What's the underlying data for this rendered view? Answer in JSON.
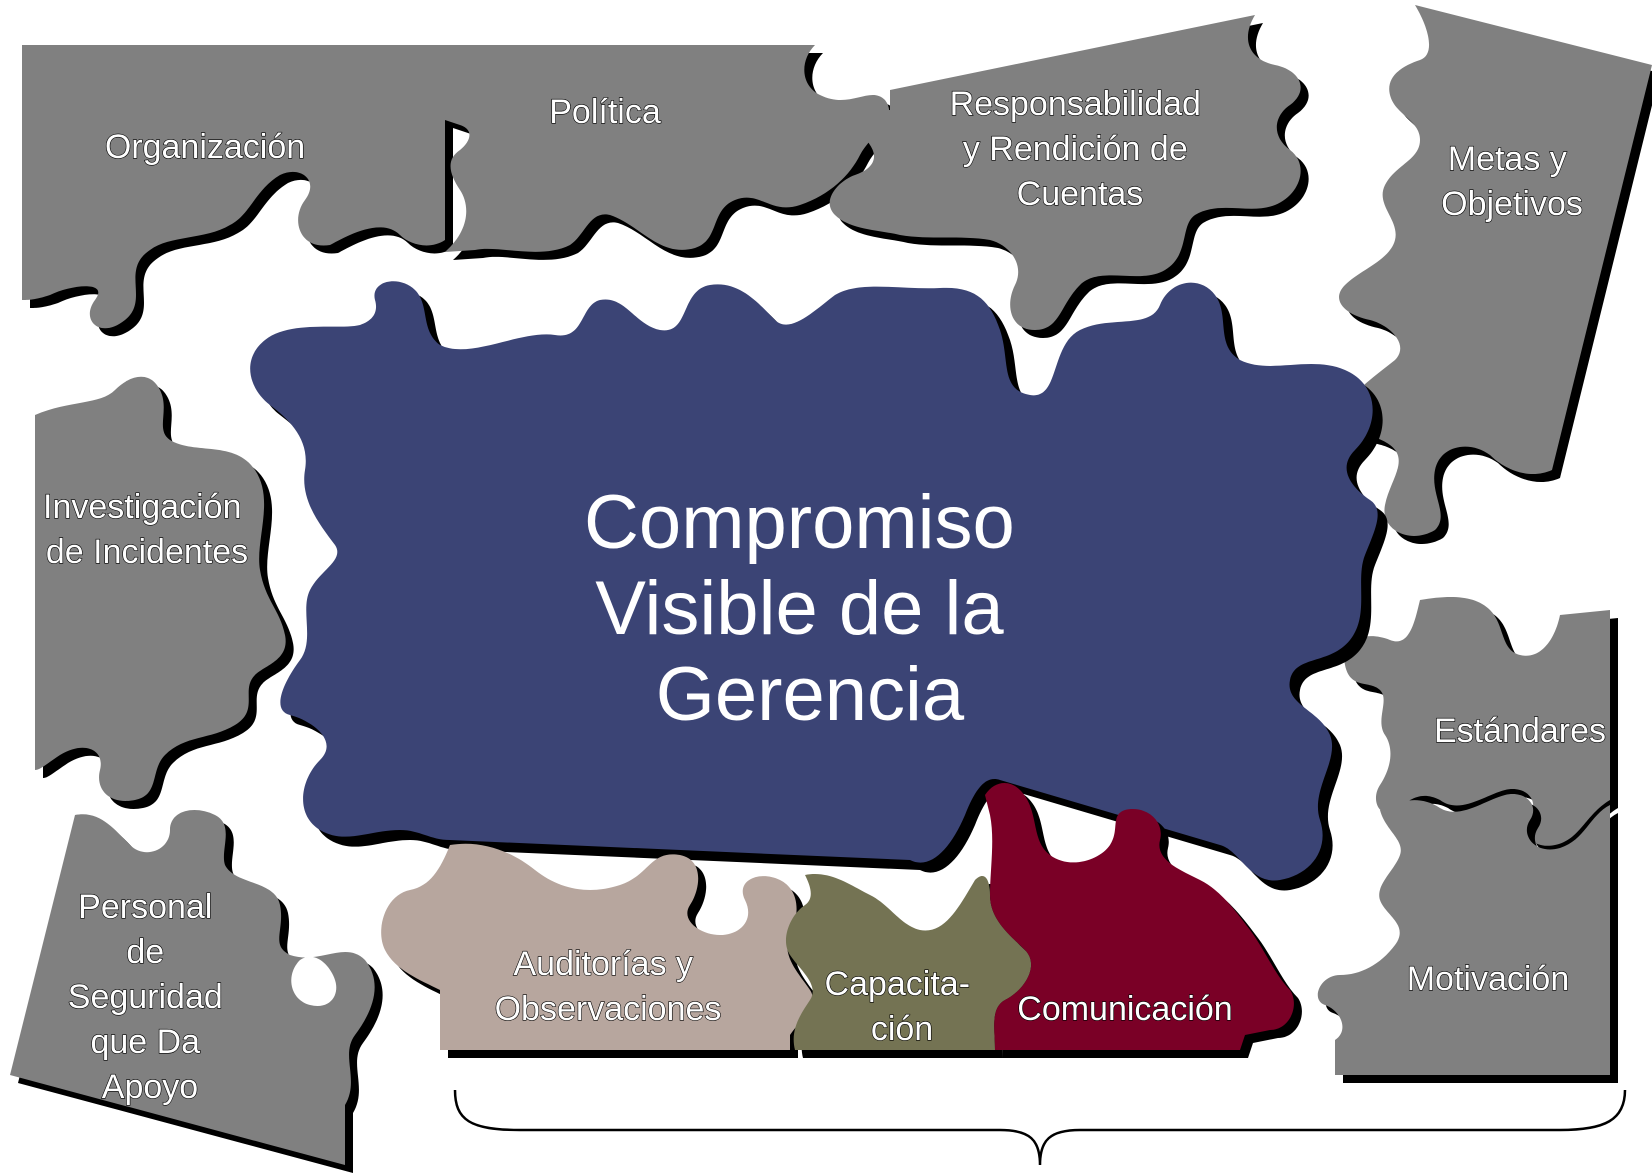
{
  "colors": {
    "gray_piece": "#808080",
    "center_piece": "#3b4475",
    "auditorias_piece": "#b7a69e",
    "capacitacion_piece": "#747353",
    "comunicacion_piece": "#7a0026",
    "shadow": "#000000",
    "background": "#ffffff"
  },
  "center": {
    "lines": [
      "Compromiso",
      "Visible de la",
      "Gerencia"
    ]
  },
  "pieces": {
    "organizacion": {
      "lines": [
        "Organización"
      ]
    },
    "politica": {
      "lines": [
        "Política"
      ]
    },
    "responsabilidad": {
      "lines": [
        "Responsabilidad",
        "y Rendición de",
        "Cuentas"
      ]
    },
    "metas": {
      "lines": [
        "Metas y",
        "Objetivos"
      ]
    },
    "investigacion": {
      "lines": [
        "Investigación",
        "de Incidentes"
      ]
    },
    "personal": {
      "lines": [
        "Personal",
        "de",
        "Seguridad",
        "que Da",
        "Apoyo"
      ]
    },
    "estandares": {
      "lines": [
        "Estándares"
      ]
    },
    "motivacion": {
      "lines": [
        "Motivación"
      ]
    },
    "auditorias": {
      "lines": [
        "Auditorías y",
        "Observaciones"
      ]
    },
    "capacitacion": {
      "lines": [
        "Capacita-",
        "ción"
      ]
    },
    "comunicacion": {
      "lines": [
        "Comunicación"
      ]
    }
  },
  "brace": {
    "icon": "curly-brace-icon"
  }
}
